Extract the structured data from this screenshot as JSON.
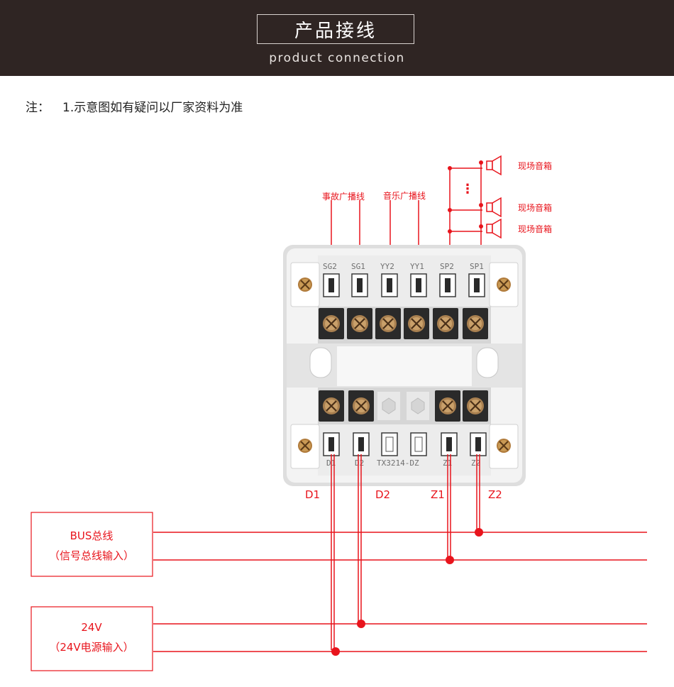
{
  "header": {
    "title": "产品接线",
    "subtitle": "product connection"
  },
  "note": {
    "prefix": "注：",
    "text": "1.示意图如有疑问以厂家资料为准"
  },
  "diagram": {
    "top_wire_labels": [
      "事故广播线",
      "音乐广播线"
    ],
    "speaker_label": "现场音箱",
    "ellipsis": "⋮",
    "top_terminals": [
      "SG2",
      "SG1",
      "YY2",
      "YY1",
      "SP2",
      "SP1"
    ],
    "bottom_terminals": [
      "D1",
      "D2",
      "TX3214-DZ",
      "Z1",
      "Z2"
    ],
    "bottom_wire_labels": [
      "D1",
      "D2",
      "Z1",
      "Z2"
    ],
    "bus_box": {
      "line1": "BUS总线",
      "line2": "（信号总线输入）"
    },
    "power_box": {
      "line1": "24V",
      "line2": "（24V电源输入）"
    }
  },
  "colors": {
    "header_bg": "#2f2523",
    "wire": "#e8141c",
    "device_body": "#f2f2f2"
  }
}
